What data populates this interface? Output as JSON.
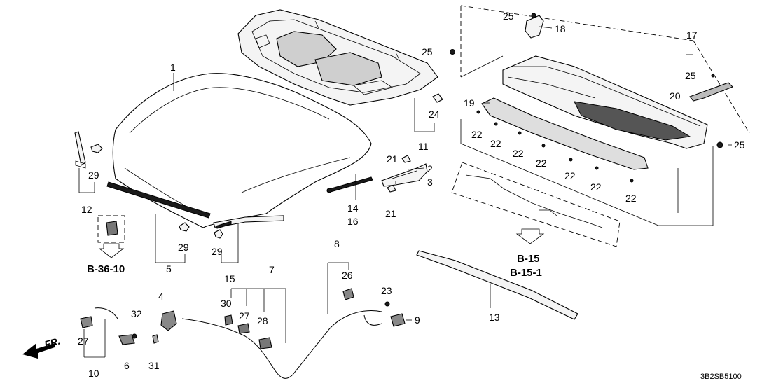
{
  "callouts": [
    {
      "id": "c1",
      "text": "1"
    },
    {
      "id": "c2",
      "text": "2"
    },
    {
      "id": "c3",
      "text": "3"
    },
    {
      "id": "c4",
      "text": "4"
    },
    {
      "id": "c5",
      "text": "5"
    },
    {
      "id": "c6",
      "text": "6"
    },
    {
      "id": "c7",
      "text": "7"
    },
    {
      "id": "c8",
      "text": "8"
    },
    {
      "id": "c9",
      "text": "9"
    },
    {
      "id": "c10",
      "text": "10"
    },
    {
      "id": "c11",
      "text": "11"
    },
    {
      "id": "c12",
      "text": "12"
    },
    {
      "id": "c13",
      "text": "13"
    },
    {
      "id": "c14",
      "text": "14"
    },
    {
      "id": "c15",
      "text": "15"
    },
    {
      "id": "c16",
      "text": "16"
    },
    {
      "id": "c17",
      "text": "17"
    },
    {
      "id": "c18",
      "text": "18"
    },
    {
      "id": "c19",
      "text": "19"
    },
    {
      "id": "c20",
      "text": "20"
    },
    {
      "id": "c21a",
      "text": "21"
    },
    {
      "id": "c21b",
      "text": "21"
    },
    {
      "id": "c22a",
      "text": "22"
    },
    {
      "id": "c22b",
      "text": "22"
    },
    {
      "id": "c22c",
      "text": "22"
    },
    {
      "id": "c22d",
      "text": "22"
    },
    {
      "id": "c22e",
      "text": "22"
    },
    {
      "id": "c22f",
      "text": "22"
    },
    {
      "id": "c22g",
      "text": "22"
    },
    {
      "id": "c23",
      "text": "23"
    },
    {
      "id": "c24",
      "text": "24"
    },
    {
      "id": "c25a",
      "text": "25"
    },
    {
      "id": "c25b",
      "text": "25"
    },
    {
      "id": "c25c",
      "text": "25"
    },
    {
      "id": "c25d",
      "text": "25"
    },
    {
      "id": "c26",
      "text": "26"
    },
    {
      "id": "c27a",
      "text": "27"
    },
    {
      "id": "c27b",
      "text": "27"
    },
    {
      "id": "c28",
      "text": "28"
    },
    {
      "id": "c29a",
      "text": "29"
    },
    {
      "id": "c29b",
      "text": "29"
    },
    {
      "id": "c29c",
      "text": "29"
    },
    {
      "id": "c30",
      "text": "30"
    },
    {
      "id": "c31",
      "text": "31"
    },
    {
      "id": "c32",
      "text": "32"
    }
  ],
  "references": {
    "b36": "B-36-10",
    "b15": "B-15",
    "b151": "B-15-1",
    "front": "FR."
  },
  "diagram_code": "3B2SB5100"
}
